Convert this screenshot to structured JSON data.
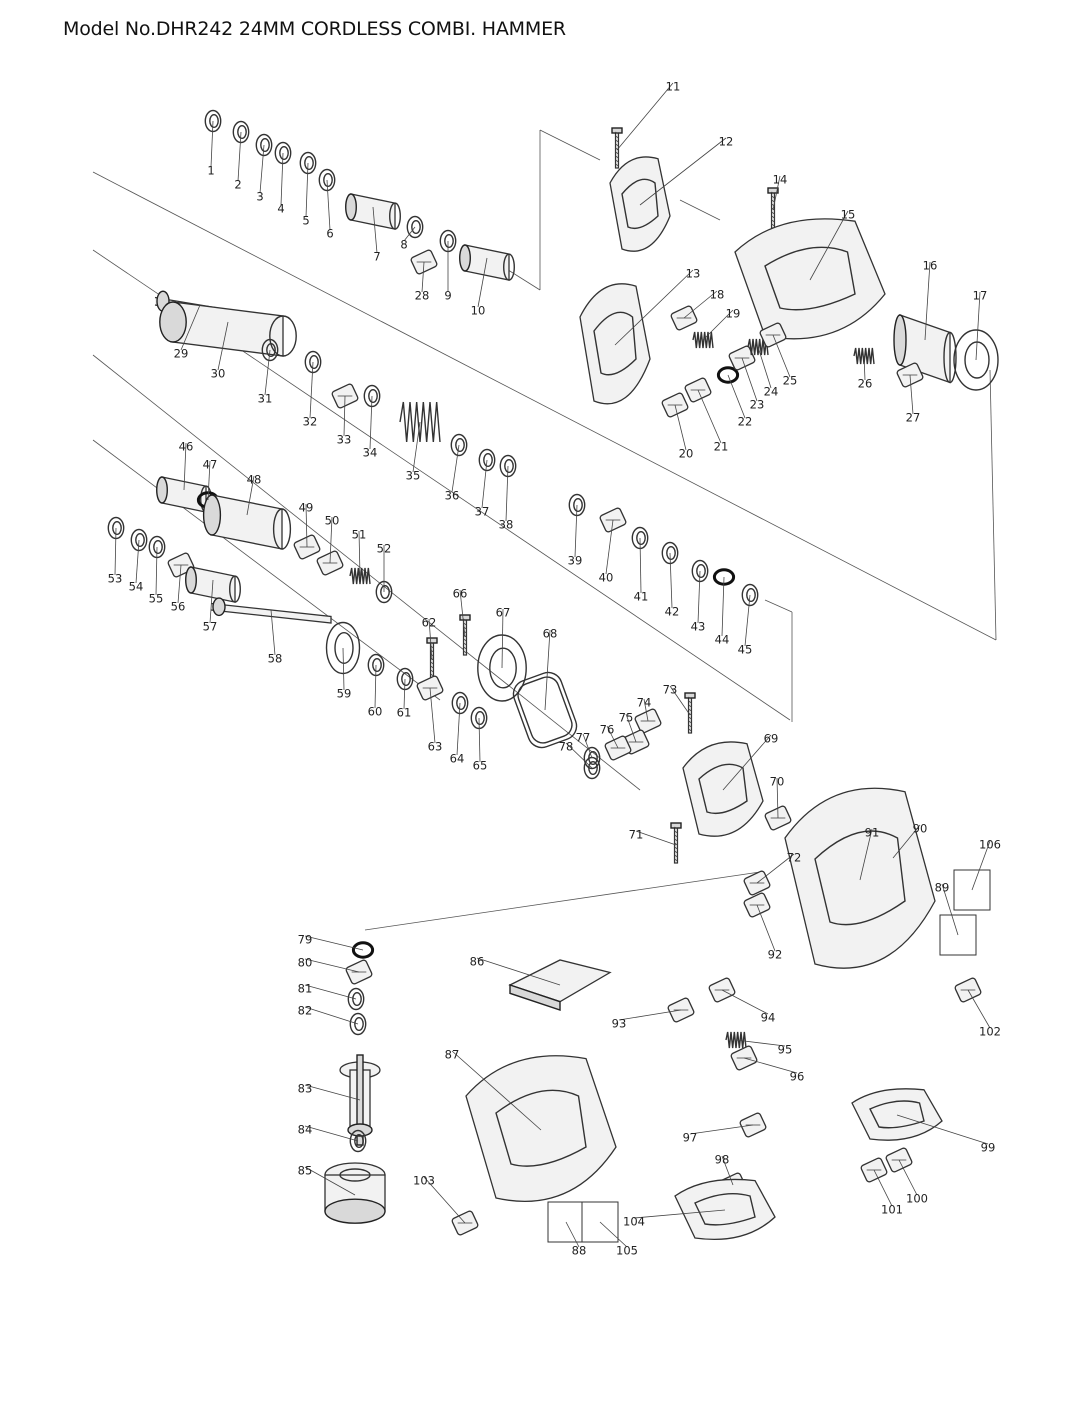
{
  "title": "Model No.DHR242 24MM CORDLESS COMBI. HAMMER",
  "parts": [
    {
      "n": "1",
      "shape": "ring"
    },
    {
      "n": "2",
      "shape": "ring"
    },
    {
      "n": "3",
      "shape": "ring"
    },
    {
      "n": "4",
      "shape": "ring"
    },
    {
      "n": "5",
      "shape": "ring"
    },
    {
      "n": "6",
      "shape": "ring"
    },
    {
      "n": "7",
      "shape": "cylinder"
    },
    {
      "n": "8",
      "shape": "ring"
    },
    {
      "n": "9",
      "shape": "ring"
    },
    {
      "n": "10",
      "shape": "cylinder"
    },
    {
      "n": "11",
      "shape": "screw"
    },
    {
      "n": "12",
      "shape": "housing"
    },
    {
      "n": "13",
      "shape": "housing"
    },
    {
      "n": "14",
      "shape": "screw"
    },
    {
      "n": "15",
      "shape": "housing"
    },
    {
      "n": "16",
      "shape": "cylinder"
    },
    {
      "n": "17",
      "shape": "ring"
    },
    {
      "n": "18",
      "shape": "small"
    },
    {
      "n": "19",
      "shape": "spring"
    },
    {
      "n": "20",
      "shape": "small"
    },
    {
      "n": "21",
      "shape": "small"
    },
    {
      "n": "22",
      "shape": "oring"
    },
    {
      "n": "23",
      "shape": "small"
    },
    {
      "n": "24",
      "shape": "spring"
    },
    {
      "n": "25",
      "shape": "small"
    },
    {
      "n": "26",
      "shape": "spring"
    },
    {
      "n": "27",
      "shape": "small"
    },
    {
      "n": "28",
      "shape": "small"
    },
    {
      "n": "29",
      "shape": "shaft"
    },
    {
      "n": "30",
      "shape": "cylinder"
    },
    {
      "n": "31",
      "shape": "ring"
    },
    {
      "n": "32",
      "shape": "ring"
    },
    {
      "n": "33",
      "shape": "small"
    },
    {
      "n": "34",
      "shape": "ring"
    },
    {
      "n": "35",
      "shape": "spring"
    },
    {
      "n": "36",
      "shape": "ring"
    },
    {
      "n": "37",
      "shape": "ring"
    },
    {
      "n": "38",
      "shape": "ring"
    },
    {
      "n": "39",
      "shape": "ring"
    },
    {
      "n": "40",
      "shape": "small"
    },
    {
      "n": "41",
      "shape": "ring"
    },
    {
      "n": "42",
      "shape": "ring"
    },
    {
      "n": "43",
      "shape": "ring"
    },
    {
      "n": "44",
      "shape": "oring"
    },
    {
      "n": "45",
      "shape": "ring"
    },
    {
      "n": "46",
      "shape": "cylinder"
    },
    {
      "n": "47",
      "shape": "oring"
    },
    {
      "n": "48",
      "shape": "cylinder"
    },
    {
      "n": "49",
      "shape": "small"
    },
    {
      "n": "50",
      "shape": "small"
    },
    {
      "n": "51",
      "shape": "spring"
    },
    {
      "n": "52",
      "shape": "ring"
    },
    {
      "n": "53",
      "shape": "ring"
    },
    {
      "n": "54",
      "shape": "ring"
    },
    {
      "n": "55",
      "shape": "ring"
    },
    {
      "n": "56",
      "shape": "small"
    },
    {
      "n": "57",
      "shape": "cylinder"
    },
    {
      "n": "58",
      "shape": "shaft"
    },
    {
      "n": "59",
      "shape": "ring"
    },
    {
      "n": "60",
      "shape": "ring"
    },
    {
      "n": "61",
      "shape": "ring"
    },
    {
      "n": "62",
      "shape": "screw"
    },
    {
      "n": "63",
      "shape": "small"
    },
    {
      "n": "64",
      "shape": "ring"
    },
    {
      "n": "65",
      "shape": "ring"
    },
    {
      "n": "66",
      "shape": "screw"
    },
    {
      "n": "67",
      "shape": "ring"
    },
    {
      "n": "68",
      "shape": "gasket"
    },
    {
      "n": "69",
      "shape": "housing"
    },
    {
      "n": "70",
      "shape": "small"
    },
    {
      "n": "71",
      "shape": "screw"
    },
    {
      "n": "72",
      "shape": "small"
    },
    {
      "n": "73",
      "shape": "screw"
    },
    {
      "n": "74",
      "shape": "small"
    },
    {
      "n": "75",
      "shape": "small"
    },
    {
      "n": "76",
      "shape": "small"
    },
    {
      "n": "77",
      "shape": "ring"
    },
    {
      "n": "78",
      "shape": "ring"
    },
    {
      "n": "79",
      "shape": "oring"
    },
    {
      "n": "80",
      "shape": "small"
    },
    {
      "n": "81",
      "shape": "ring"
    },
    {
      "n": "82",
      "shape": "ring"
    },
    {
      "n": "83",
      "shape": "armature"
    },
    {
      "n": "84",
      "shape": "ring"
    },
    {
      "n": "85",
      "shape": "stator"
    },
    {
      "n": "86",
      "shape": "board"
    },
    {
      "n": "87",
      "shape": "housing"
    },
    {
      "n": "88",
      "shape": "sheet"
    },
    {
      "n": "89",
      "shape": "sheet"
    },
    {
      "n": "90",
      "shape": "screw"
    },
    {
      "n": "91",
      "shape": "housing"
    },
    {
      "n": "92",
      "shape": "small"
    },
    {
      "n": "93",
      "shape": "small"
    },
    {
      "n": "94",
      "shape": "small"
    },
    {
      "n": "95",
      "shape": "spring"
    },
    {
      "n": "96",
      "shape": "small"
    },
    {
      "n": "97",
      "shape": "small"
    },
    {
      "n": "98",
      "shape": "small"
    },
    {
      "n": "99",
      "shape": "housing"
    },
    {
      "n": "100",
      "shape": "small"
    },
    {
      "n": "101",
      "shape": "small"
    },
    {
      "n": "102",
      "shape": "small"
    },
    {
      "n": "103",
      "shape": "small"
    },
    {
      "n": "104",
      "shape": "housing"
    },
    {
      "n": "105",
      "shape": "sheet"
    },
    {
      "n": "106",
      "shape": "sheet"
    }
  ]
}
